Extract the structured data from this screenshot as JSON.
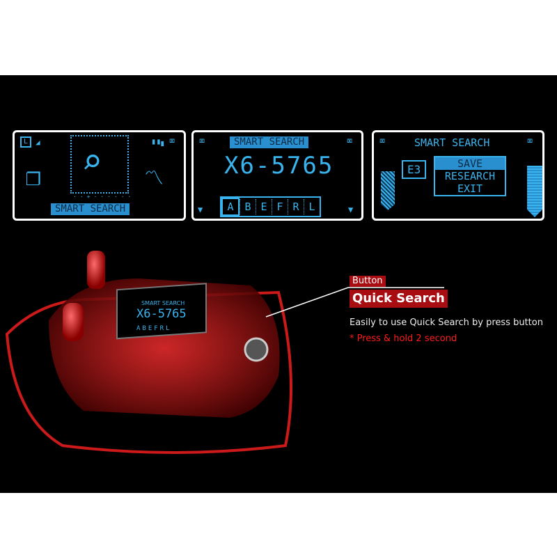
{
  "screens": [
    {
      "title": "SMART SEARCH",
      "corner_left": "L"
    },
    {
      "title": "SMART SEARCH",
      "code": "X6-5765",
      "letters": [
        "A",
        "B",
        "E",
        "F",
        "R",
        "L"
      ]
    },
    {
      "title": "SMART SEARCH",
      "code": "E3",
      "menu": [
        "SAVE",
        "RESEARCH",
        "EXIT"
      ]
    }
  ],
  "device_screen": {
    "title": "SMART SEARCH",
    "code": "X6-5765",
    "letters": "ABEFRL"
  },
  "callout": {
    "label": "Button",
    "title": "Quick Search",
    "description": "Easily to use Quick Search by press button",
    "note": "* Press & hold 2 second"
  },
  "colors": {
    "lcd": "#39b4ee",
    "accent": "#a80d12",
    "note": "#ff1a1a"
  }
}
